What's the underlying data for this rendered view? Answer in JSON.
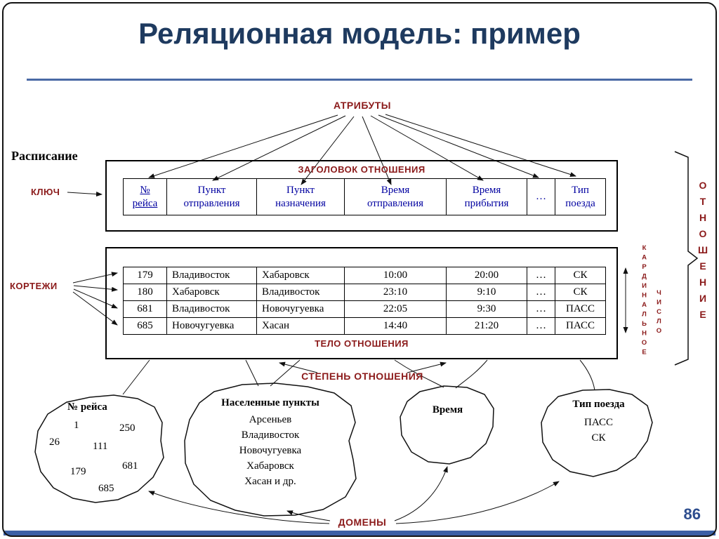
{
  "title": "Реляционная модель: пример",
  "page_number": "86",
  "labels": {
    "attributes": "АТРИБУТЫ",
    "schedule": "Расписание",
    "key": "КЛЮЧ",
    "relation_heading": "ЗАГОЛОВОК ОТНОШЕНИЯ",
    "tuples": "КОРТЕЖИ",
    "relation_body": "ТЕЛО ОТНОШЕНИЯ",
    "relation_degree": "СТЕПЕНЬ ОТНОШЕНИЯ",
    "cardinal": "КАРДИНАЛЬНОЕ",
    "number": "ЧИСЛО",
    "relation": "ОТНОШЕНИЕ",
    "domains": "ДОМЕНЫ"
  },
  "table": {
    "columns": [
      "№\nрейса",
      "Пункт\nотправления",
      "Пункт\nназначения",
      "Время\nотправления",
      "Время\nприбытия",
      "…",
      "Тип\nпоезда"
    ],
    "rows": [
      [
        "179",
        "Владивосток",
        "Хабаровск",
        "10:00",
        "20:00",
        "…",
        "СК"
      ],
      [
        "180",
        "Хабаровск",
        "Владивосток",
        "23:10",
        "9:10",
        "…",
        "СК"
      ],
      [
        "681",
        "Владивосток",
        "Новочугуевка",
        "22:05",
        "9:30",
        "…",
        "ПАСС"
      ],
      [
        "685",
        "Новочугуевка",
        "Хасан",
        "14:40",
        "21:20",
        "…",
        "ПАСС"
      ]
    ]
  },
  "domain_sets": [
    {
      "title": "№ рейса",
      "values": [
        "1",
        "250",
        "26",
        "111",
        "681",
        "179",
        "685"
      ]
    },
    {
      "title": "Населенные пункты",
      "values": [
        "Арсеньев",
        "Владивосток",
        "Новочугуевка",
        "Хабаровск",
        "Хасан и др."
      ]
    },
    {
      "title": "Время",
      "values": []
    },
    {
      "title": "Тип поезда",
      "values": [
        "ПАСС",
        "СК"
      ]
    }
  ],
  "colors": {
    "accent_red": "#8b1a1a",
    "title_blue": "#1e3a5f",
    "header_text_blue": "#0000a0",
    "footer_blue": "#3b5fa5"
  }
}
